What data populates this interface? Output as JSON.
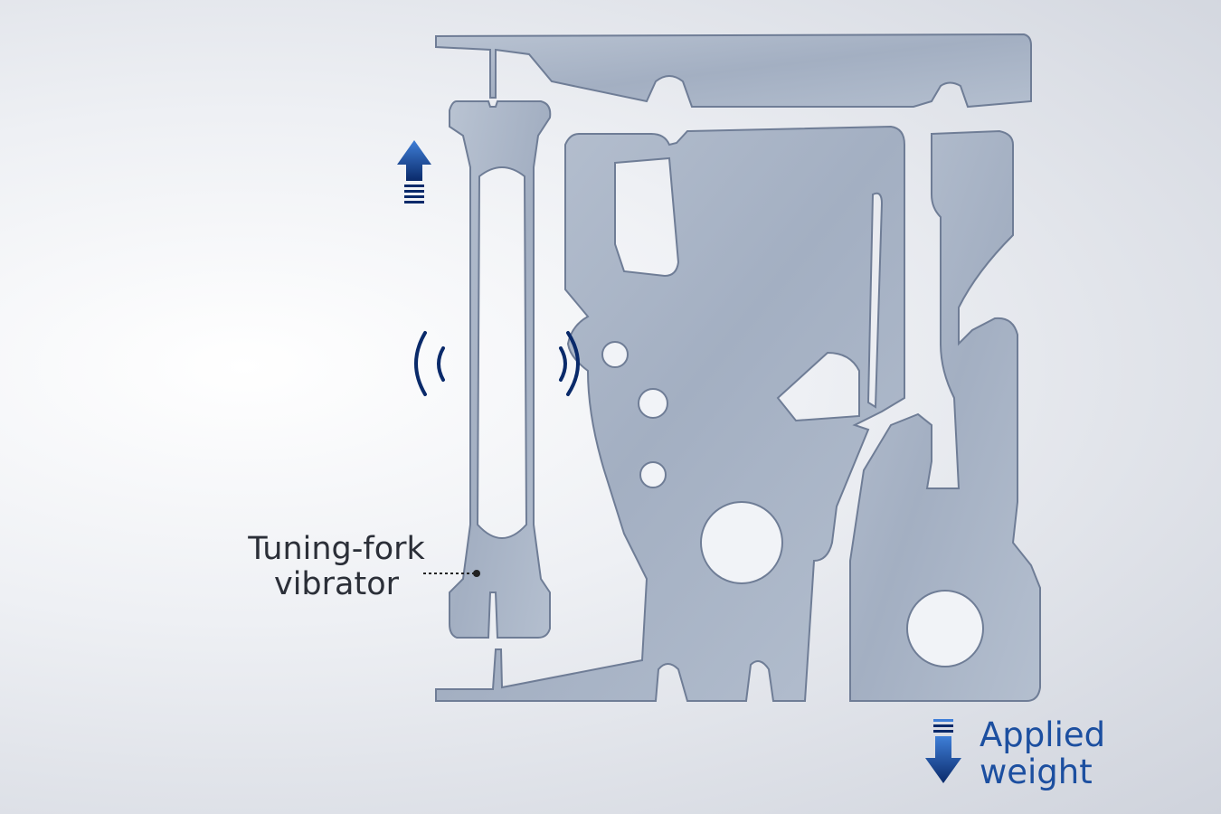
{
  "labels": {
    "tuning_fork_line1": "Tuning-fork",
    "tuning_fork_line2": "vibrator",
    "applied_weight_line1": "Applied",
    "applied_weight_line2": "weight"
  },
  "icons": {
    "up_arrow": "arrow-up-icon",
    "down_arrow": "arrow-down-icon",
    "vibration": "vibration-waves-icon"
  },
  "colors": {
    "steel": "#aab6c7",
    "steel_edge": "#6f7d96",
    "arrow_blue": "#1a4fa8",
    "label_blue": "#1c4fa0"
  }
}
